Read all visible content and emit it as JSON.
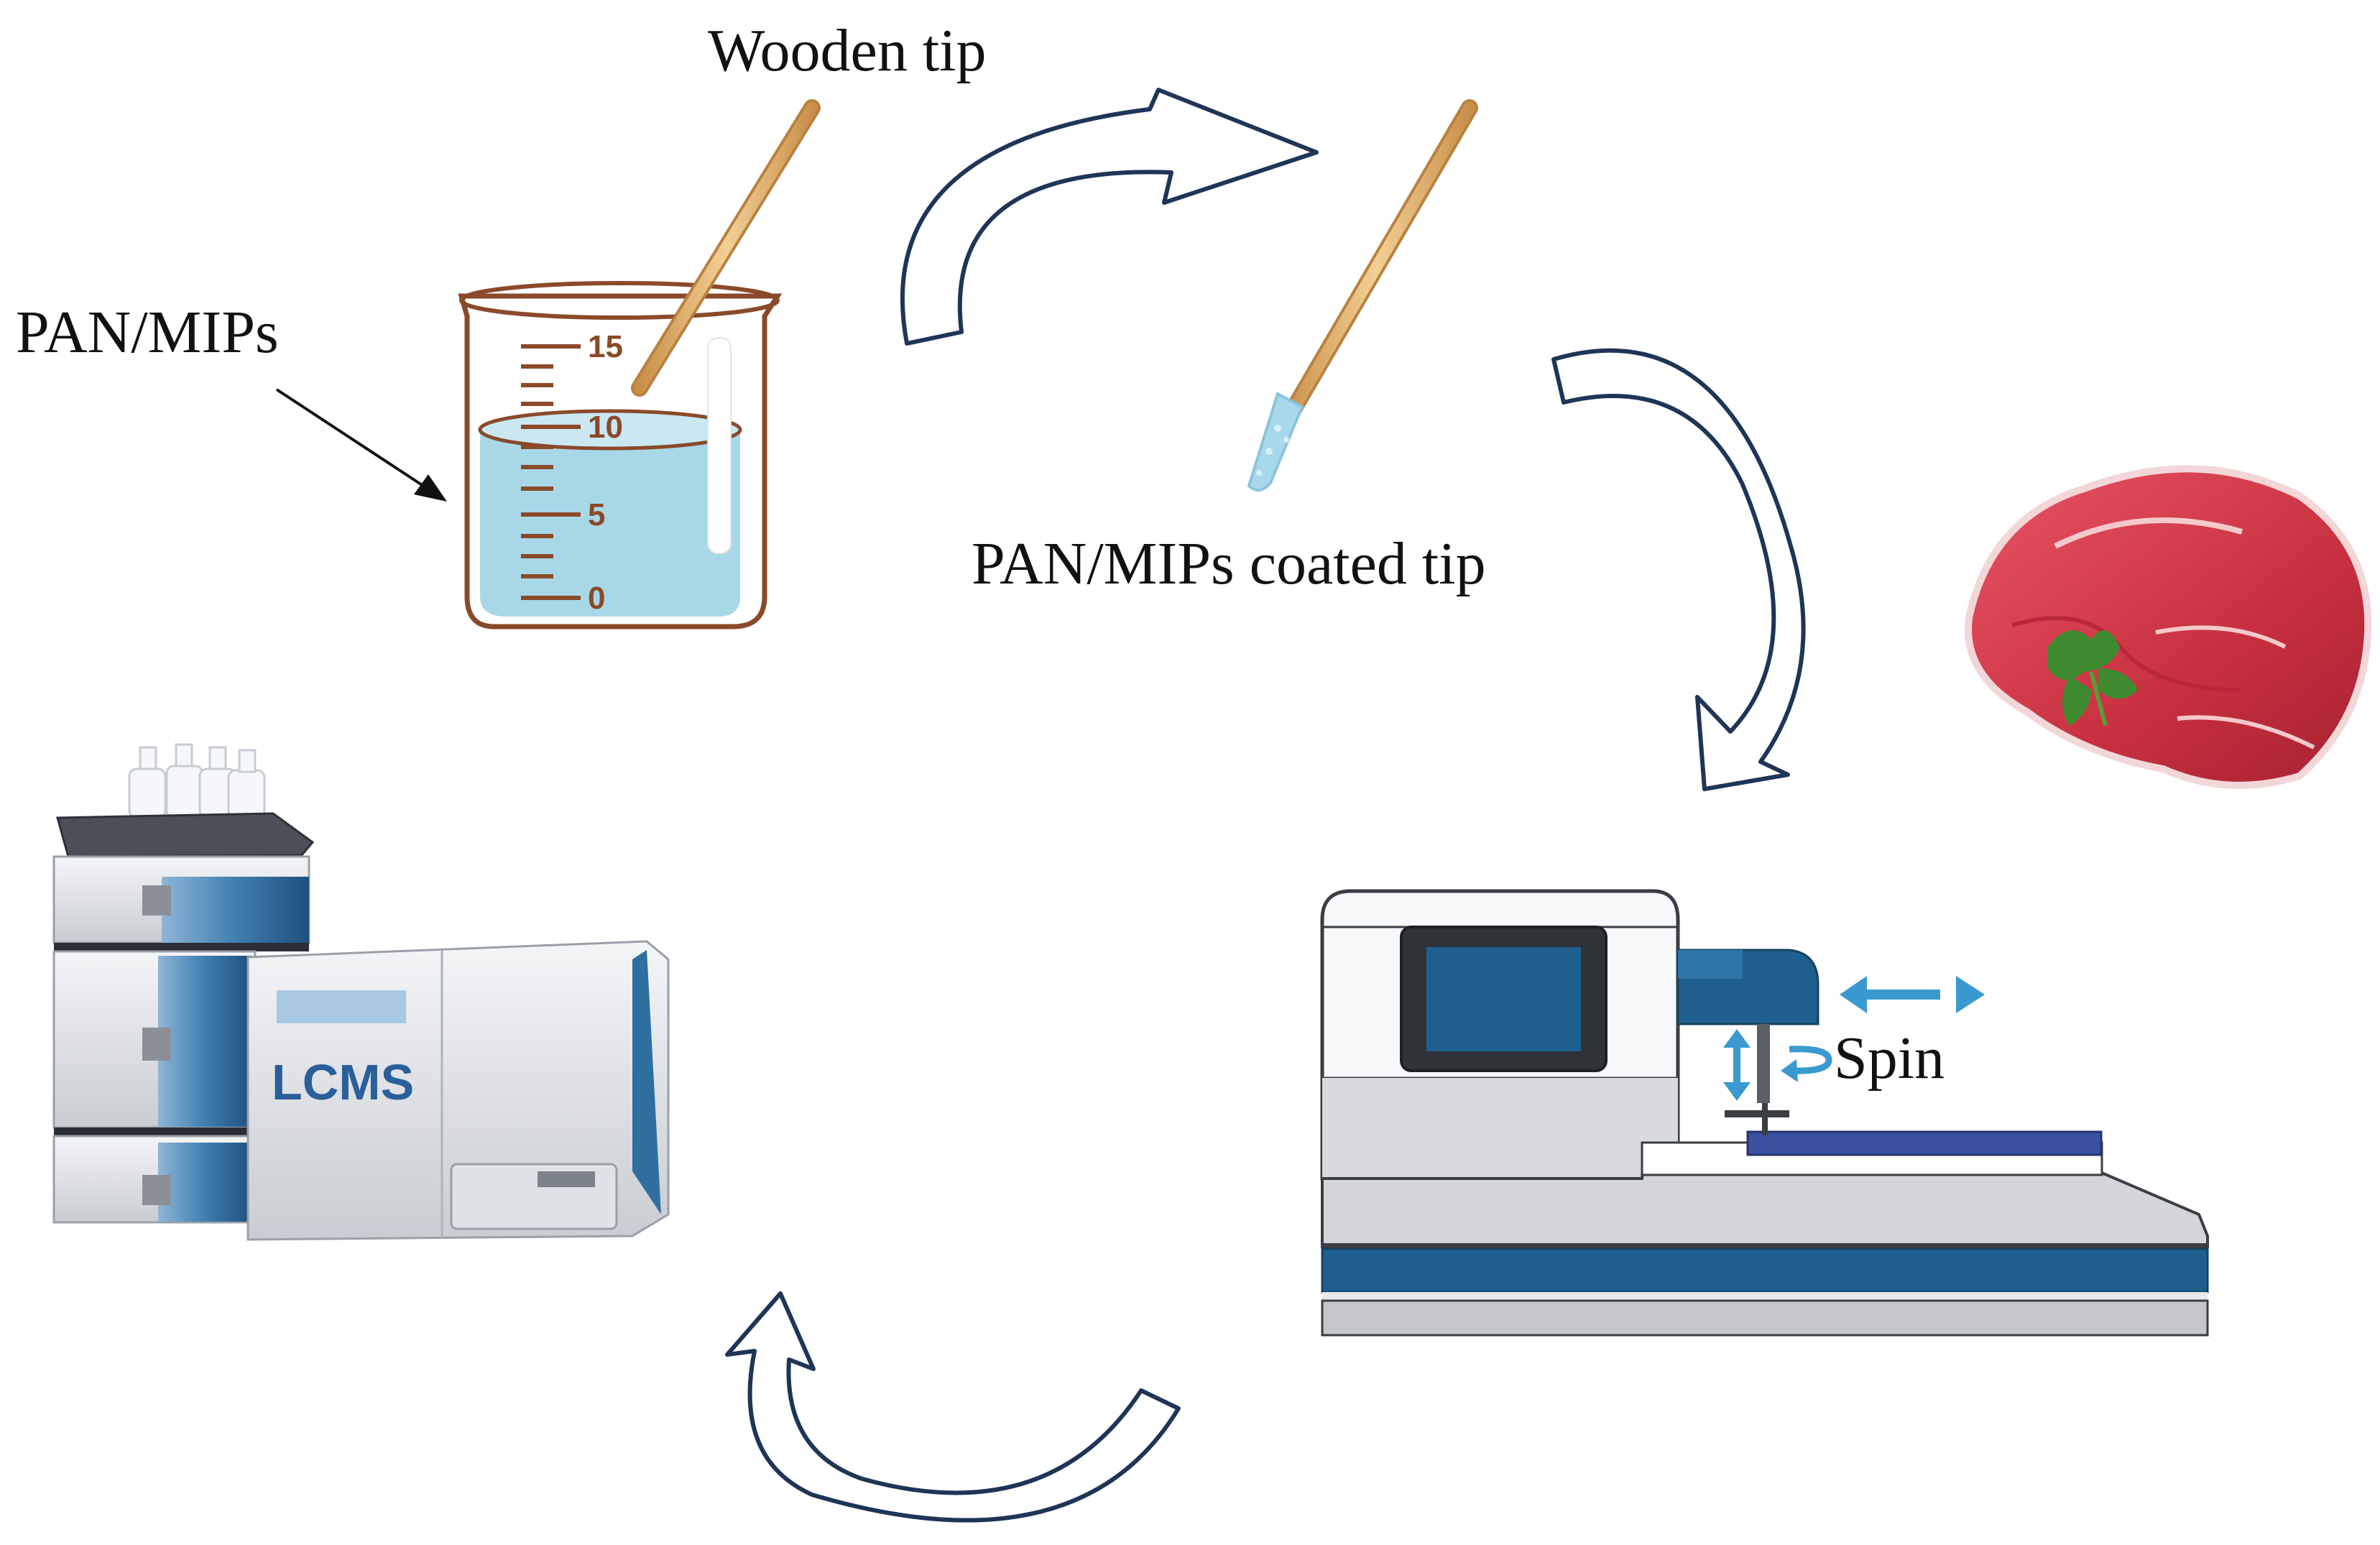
{
  "labels": {
    "wooden_tip": "Wooden tip",
    "pan_mips": "PAN/MIPs",
    "coated_tip": "PAN/MIPs coated tip",
    "spin": "Spin",
    "lcms": "LCMS"
  },
  "beaker": {
    "ticks": [
      "15",
      "10",
      "5",
      "0"
    ]
  },
  "colors": {
    "arrow_outline": "#1f3557",
    "beaker_outline": "#8a4a2a",
    "liquid": "#a8d8e8",
    "stick": "#e4b77a",
    "coating": "#a8d8ec",
    "meat": "#d63a4a",
    "device_blue": "#1f5f8f",
    "instrument_blue": "#2e6fa0"
  }
}
